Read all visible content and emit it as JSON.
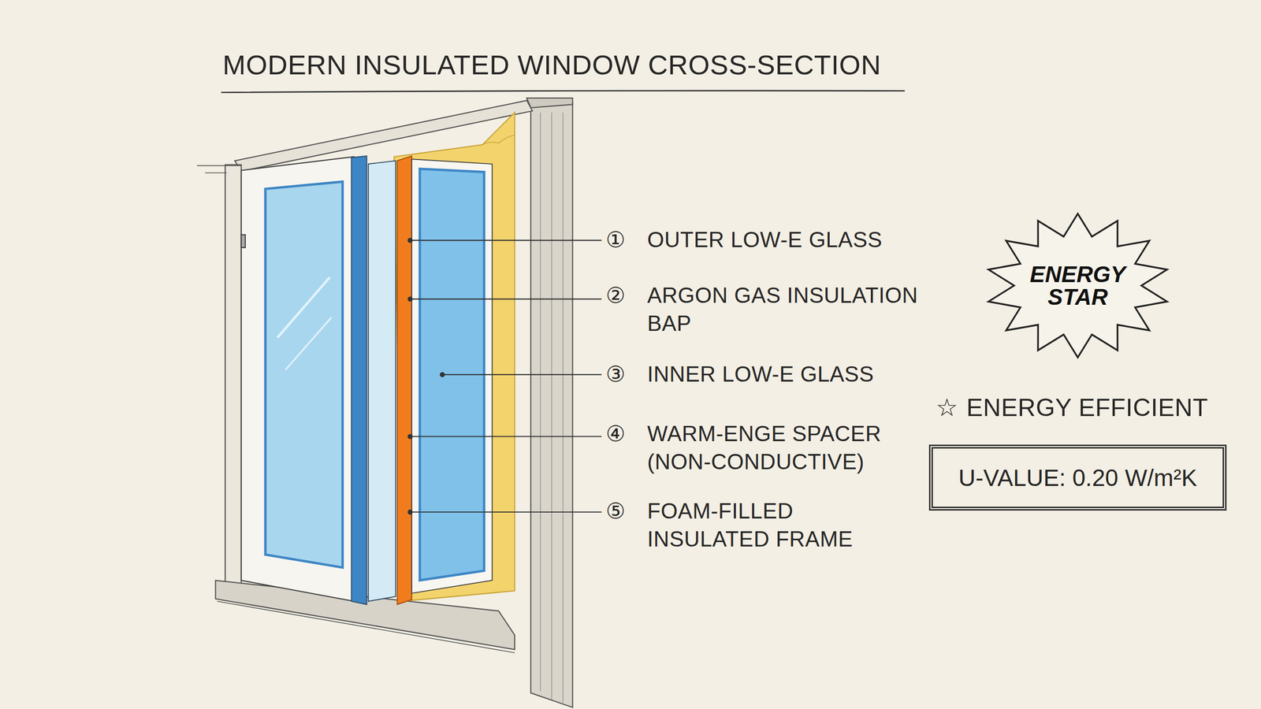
{
  "diagram": {
    "title": "MODERN INSULATED WINDOW CROSS-SECTION",
    "nodes": [
      {
        "text": [
          "ENERGY STAR"
        ]
      },
      {
        "text": [
          "U-VALUE: 0.20 W/m²K"
        ]
      }
    ],
    "labels": [
      "①",
      "OUTER LOW-E GLASS",
      "②",
      "ARGON GAS INSULATION BAP",
      "③",
      "INNER LOW-E GLASS",
      "④",
      "WARM-ENGE SPACER (NON-CONDUCTIVE)",
      "⑤",
      "FOAM-FILLED INSULATED FRAME",
      "☆",
      "ENERGY EFFICIENT"
    ]
  }
}
